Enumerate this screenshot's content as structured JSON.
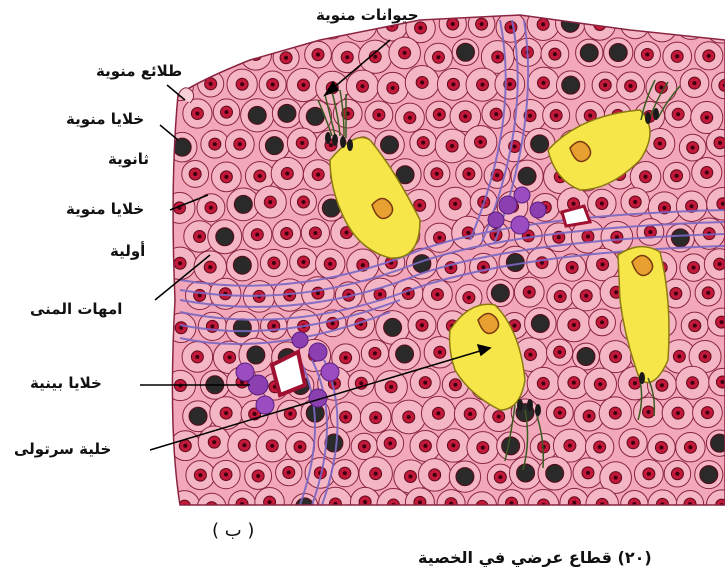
{
  "labels": {
    "spermatozoa": "حيوانات منوية",
    "spermatids": "طلائع منوية",
    "secondary_spermatocytes_1": "خلايا منوية",
    "secondary_spermatocytes_2": "ثانوية",
    "primary_spermatocytes_1": "خلايا منوية",
    "primary_spermatocytes_2": "أولية",
    "spermatogonia": "امهات المنى",
    "interstitial_cells": "خلايا بينية",
    "sertoli_cell": "خلية سرتولى"
  },
  "figure_label": "( ب )",
  "caption": "(٢٠) قطاع عرضي في الخصية",
  "colors": {
    "cell_fill": "#f4b6c4",
    "cell_stroke": "#8a2440",
    "nucleus": "#c2183a",
    "sertoli": "#f7e64a",
    "connective": "#7a67c4",
    "interstitial": "#8b3fb0"
  }
}
